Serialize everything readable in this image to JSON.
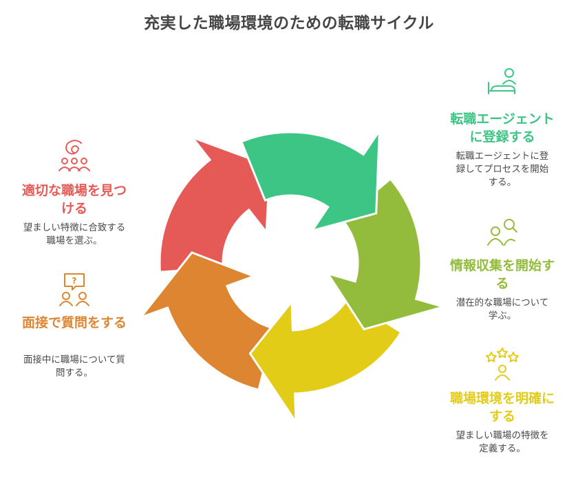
{
  "title": "充実した職場環境のための転職サイクル",
  "colors": {
    "red": "#E55A57",
    "green": "#3DC585",
    "lime": "#93BC3C",
    "yellow": "#E2CC18",
    "orange": "#DD8530"
  },
  "stages": [
    {
      "heading": "転職エージェントに登録する",
      "description": "転職エージェントに登録してプロセスを開始する。",
      "icon": "user-bed-icon",
      "color": "#3DC585"
    },
    {
      "heading": "情報収集を開始する",
      "description": "潜在的な職場について学ぶ。",
      "icon": "people-search-icon",
      "color": "#93BC3C"
    },
    {
      "heading": "職場環境を明確にする",
      "description": "望ましい職場の特徴を定義する。",
      "icon": "person-stars-icon",
      "color": "#E2CC18"
    },
    {
      "heading": "面接で質問をする",
      "description": "面接中に職場について質問する。",
      "icon": "interview-question-icon",
      "color": "#DD8530"
    },
    {
      "heading": "適切な職場を見つける",
      "description": "望ましい特徴に合致する職場を選ぶ。",
      "icon": "people-spiral-icon",
      "color": "#E55A57"
    }
  ]
}
